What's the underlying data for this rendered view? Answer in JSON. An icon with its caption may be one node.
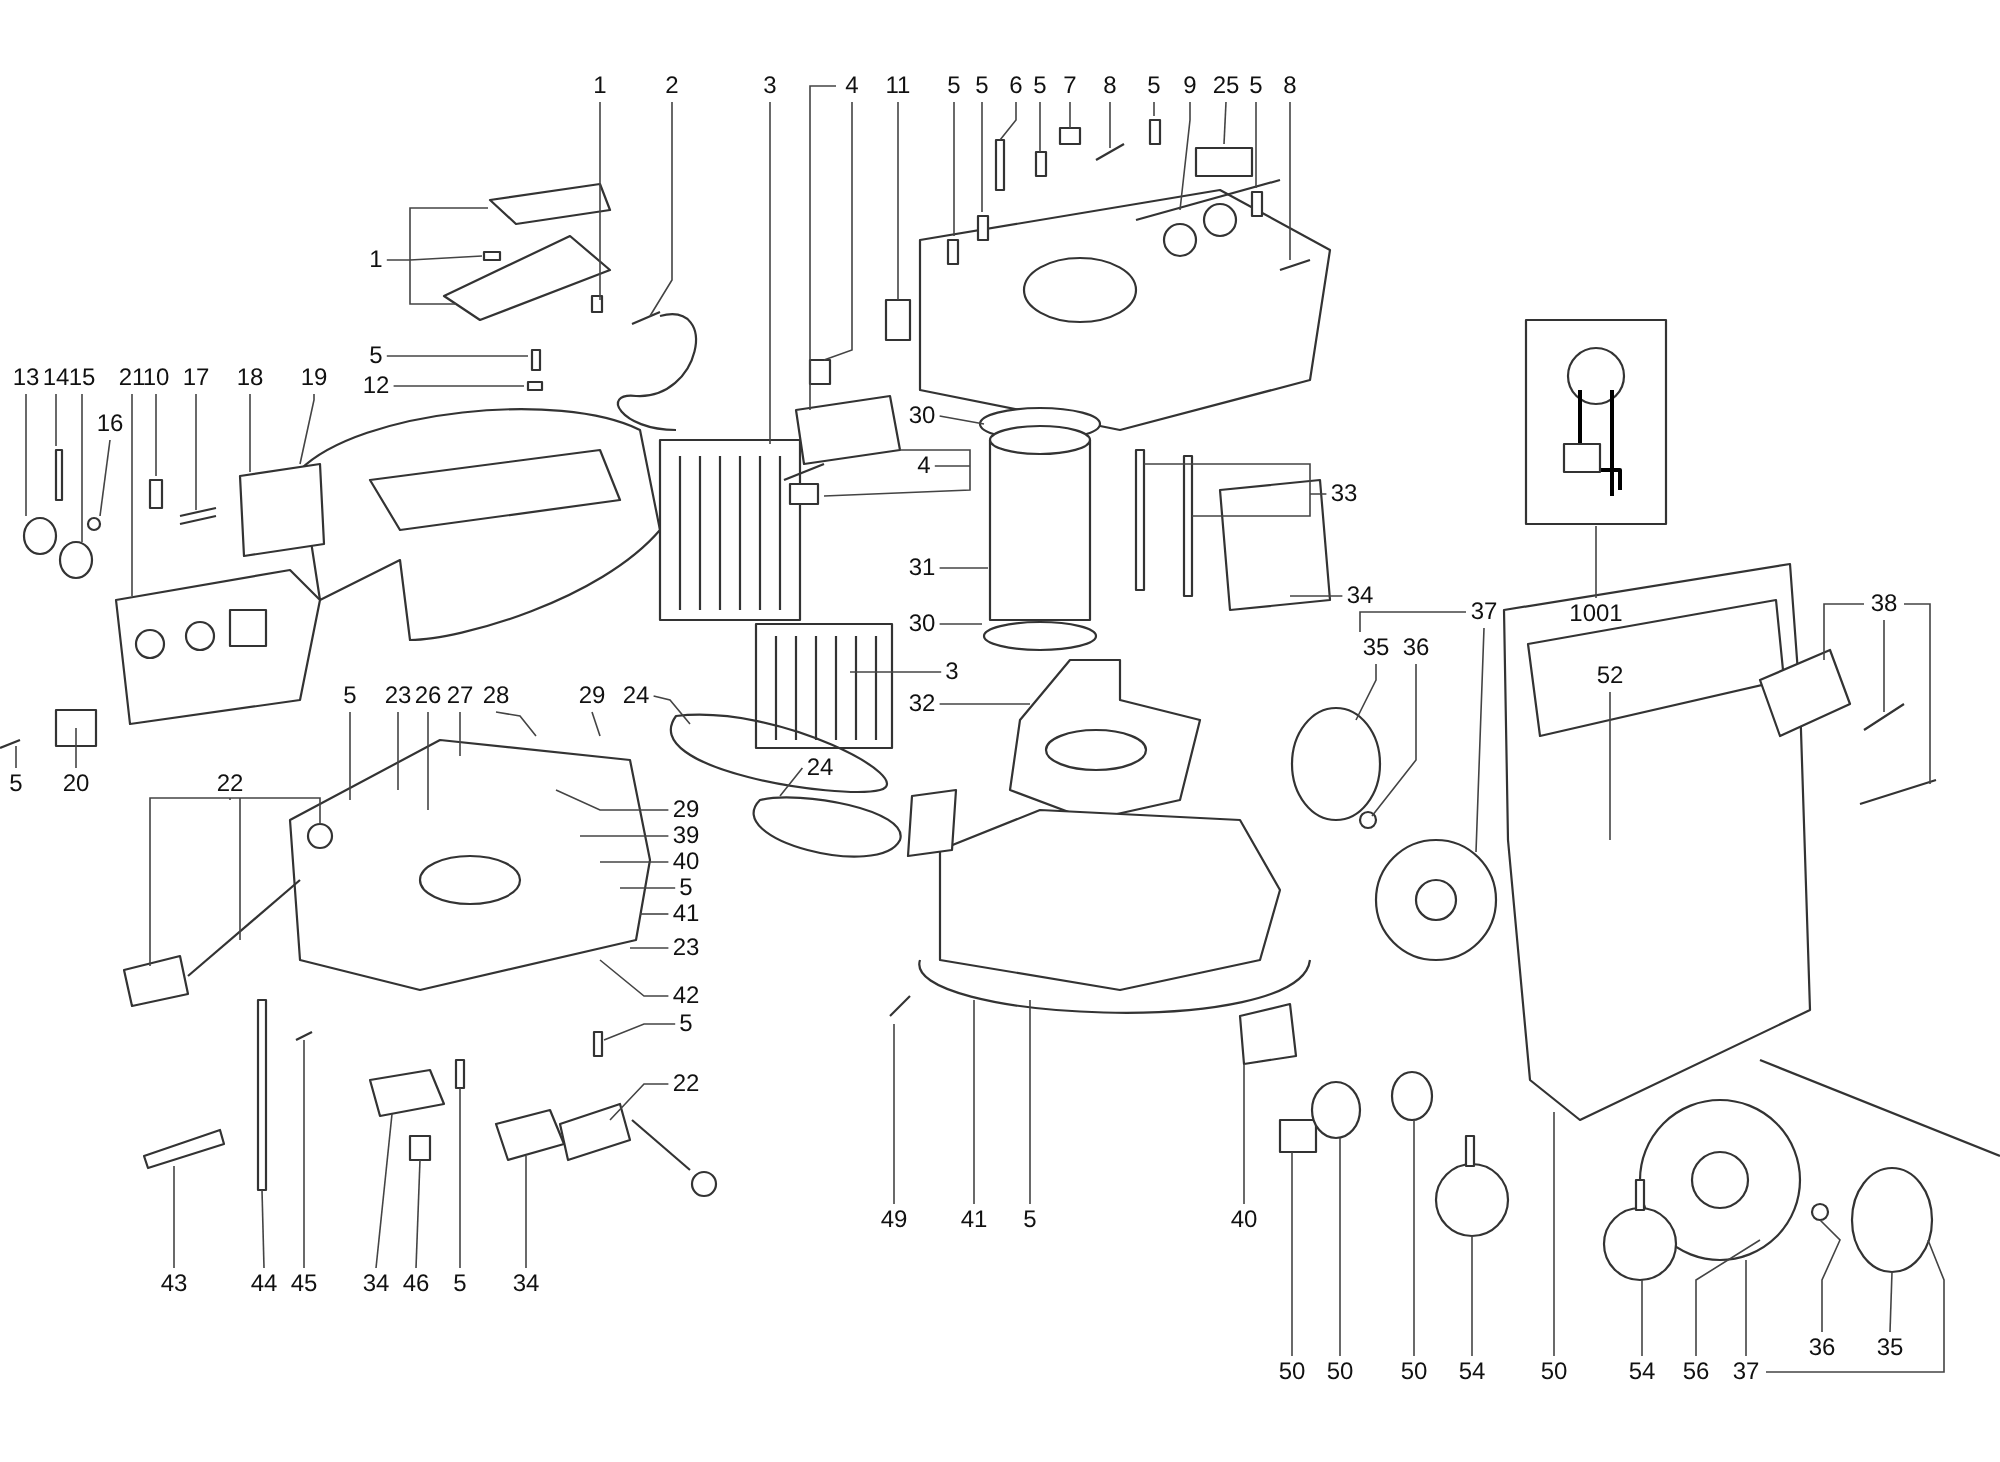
{
  "diagram": {
    "nodes": [
      {
        "text": [
          "1"
        ]
      },
      {
        "text": [
          "2"
        ]
      },
      {
        "text": [
          "3"
        ]
      },
      {
        "text": [
          "4"
        ]
      },
      {
        "text": [
          "11"
        ]
      },
      {
        "text": [
          "5"
        ]
      },
      {
        "text": [
          "5"
        ]
      },
      {
        "text": [
          "6"
        ]
      },
      {
        "text": [
          "5"
        ]
      },
      {
        "text": [
          "7"
        ]
      },
      {
        "text": [
          "8"
        ]
      },
      {
        "text": [
          "5"
        ]
      },
      {
        "text": [
          "9"
        ]
      },
      {
        "text": [
          "25"
        ]
      },
      {
        "text": [
          "5"
        ]
      },
      {
        "text": [
          "8"
        ]
      },
      {
        "text": [
          "1"
        ]
      },
      {
        "text": [
          "5"
        ]
      },
      {
        "text": [
          "12"
        ]
      },
      {
        "text": [
          "13"
        ]
      },
      {
        "text": [
          "14"
        ]
      },
      {
        "text": [
          "15"
        ]
      },
      {
        "text": [
          "21"
        ]
      },
      {
        "text": [
          "10"
        ]
      },
      {
        "text": [
          "17"
        ]
      },
      {
        "text": [
          "18"
        ]
      },
      {
        "text": [
          "19"
        ]
      },
      {
        "text": [
          "16"
        ]
      },
      {
        "text": [
          "30"
        ]
      },
      {
        "text": [
          "4"
        ]
      },
      {
        "text": [
          "33"
        ]
      },
      {
        "text": [
          "31"
        ]
      },
      {
        "text": [
          "34"
        ]
      },
      {
        "text": [
          "1001"
        ]
      },
      {
        "text": [
          "37"
        ]
      },
      {
        "text": [
          "38"
        ]
      },
      {
        "text": [
          "30"
        ]
      },
      {
        "text": [
          "35"
        ]
      },
      {
        "text": [
          "36"
        ]
      },
      {
        "text": [
          "52"
        ]
      },
      {
        "text": [
          "3"
        ]
      },
      {
        "text": [
          "5"
        ]
      },
      {
        "text": [
          "23"
        ]
      },
      {
        "text": [
          "26"
        ]
      },
      {
        "text": [
          "27"
        ]
      },
      {
        "text": [
          "28"
        ]
      },
      {
        "text": [
          "29"
        ]
      },
      {
        "text": [
          "24"
        ]
      },
      {
        "text": [
          "32"
        ]
      },
      {
        "text": [
          "24"
        ]
      },
      {
        "text": [
          "5"
        ]
      },
      {
        "text": [
          "20"
        ]
      },
      {
        "text": [
          "22"
        ]
      },
      {
        "text": [
          "29"
        ]
      },
      {
        "text": [
          "39"
        ]
      },
      {
        "text": [
          "40"
        ]
      },
      {
        "text": [
          "5"
        ]
      },
      {
        "text": [
          "41"
        ]
      },
      {
        "text": [
          "23"
        ]
      },
      {
        "text": [
          "42"
        ]
      },
      {
        "text": [
          "5"
        ]
      },
      {
        "text": [
          "22"
        ]
      },
      {
        "text": [
          "49"
        ]
      },
      {
        "text": [
          "41"
        ]
      },
      {
        "text": [
          "5"
        ]
      },
      {
        "text": [
          "40"
        ]
      },
      {
        "text": [
          "43"
        ]
      },
      {
        "text": [
          "44"
        ]
      },
      {
        "text": [
          "45"
        ]
      },
      {
        "text": [
          "34"
        ]
      },
      {
        "text": [
          "46"
        ]
      },
      {
        "text": [
          "5"
        ]
      },
      {
        "text": [
          "34"
        ]
      },
      {
        "text": [
          "36"
        ]
      },
      {
        "text": [
          "35"
        ]
      },
      {
        "text": [
          "50"
        ]
      },
      {
        "text": [
          "50"
        ]
      },
      {
        "text": [
          "50"
        ]
      },
      {
        "text": [
          "54"
        ]
      },
      {
        "text": [
          "50"
        ]
      },
      {
        "text": [
          "54"
        ]
      },
      {
        "text": [
          "56"
        ]
      },
      {
        "text": [
          "37"
        ]
      }
    ],
    "edges": [
      {
        "from": 0,
        "to": null,
        "arrow": "none"
      },
      {
        "from": 1,
        "to": null,
        "arrow": "none"
      },
      {
        "from": 2,
        "to": null,
        "arrow": "none"
      },
      {
        "from": 3,
        "to": null,
        "arrow": "none"
      },
      {
        "from": 4,
        "to": null,
        "arrow": "none"
      },
      {
        "from": 5,
        "to": null,
        "arrow": "none"
      },
      {
        "from": 6,
        "to": null,
        "arrow": "none"
      },
      {
        "from": 7,
        "to": null,
        "arrow": "none"
      },
      {
        "from": 8,
        "to": null,
        "arrow": "none"
      },
      {
        "from": 9,
        "to": null,
        "arrow": "none"
      },
      {
        "from": 10,
        "to": null,
        "arrow": "none"
      },
      {
        "from": 11,
        "to": null,
        "arrow": "none"
      },
      {
        "from": 12,
        "to": null,
        "arrow": "none"
      },
      {
        "from": 13,
        "to": null,
        "arrow": "none"
      },
      {
        "from": 14,
        "to": null,
        "arrow": "none"
      },
      {
        "from": 15,
        "to": null,
        "arrow": "none"
      },
      {
        "from": 16,
        "to": null,
        "arrow": "none"
      },
      {
        "from": 17,
        "to": null,
        "arrow": "none"
      },
      {
        "from": 18,
        "to": null,
        "arrow": "none"
      },
      {
        "from": 19,
        "to": null,
        "arrow": "none"
      },
      {
        "from": 20,
        "to": null,
        "arrow": "none"
      },
      {
        "from": 21,
        "to": null,
        "arrow": "none"
      },
      {
        "from": 22,
        "to": null,
        "arrow": "none"
      },
      {
        "from": 23,
        "to": null,
        "arrow": "none"
      },
      {
        "from": 24,
        "to": null,
        "arrow": "none"
      },
      {
        "from": 25,
        "to": null,
        "arrow": "none"
      },
      {
        "from": 26,
        "to": null,
        "arrow": "none"
      },
      {
        "from": 27,
        "to": null,
        "arrow": "none"
      },
      {
        "from": 28,
        "to": null,
        "arrow": "none"
      },
      {
        "from": 29,
        "to": null,
        "arrow": "none"
      },
      {
        "from": 30,
        "to": null,
        "arrow": "none"
      },
      {
        "from": 31,
        "to": null,
        "arrow": "none"
      },
      {
        "from": 32,
        "to": null,
        "arrow": "none"
      },
      {
        "from": 33,
        "to": null,
        "arrow": "none"
      },
      {
        "from": 34,
        "to": null,
        "arrow": "none"
      },
      {
        "from": 35,
        "to": null,
        "arrow": "none"
      },
      {
        "from": 36,
        "to": null,
        "arrow": "none"
      },
      {
        "from": 37,
        "to": null,
        "arrow": "none"
      },
      {
        "from": 38,
        "to": null,
        "arrow": "none"
      },
      {
        "from": 39,
        "to": null,
        "arrow": "none"
      },
      {
        "from": 40,
        "to": null,
        "arrow": "none"
      },
      {
        "from": 41,
        "to": null,
        "arrow": "none"
      },
      {
        "from": 42,
        "to": null,
        "arrow": "none"
      },
      {
        "from": 43,
        "to": null,
        "arrow": "none"
      },
      {
        "from": 44,
        "to": null,
        "arrow": "none"
      },
      {
        "from": 45,
        "to": null,
        "arrow": "none"
      },
      {
        "from": 46,
        "to": null,
        "arrow": "none"
      },
      {
        "from": 47,
        "to": null,
        "arrow": "none"
      },
      {
        "from": 48,
        "to": null,
        "arrow": "none"
      },
      {
        "from": 49,
        "to": null,
        "arrow": "none"
      },
      {
        "from": 50,
        "to": null,
        "arrow": "none"
      },
      {
        "from": 51,
        "to": null,
        "arrow": "none"
      },
      {
        "from": 52,
        "to": null,
        "arrow": "none"
      },
      {
        "from": 53,
        "to": null,
        "arrow": "none"
      },
      {
        "from": 54,
        "to": null,
        "arrow": "none"
      },
      {
        "from": 55,
        "to": null,
        "arrow": "none"
      },
      {
        "from": 56,
        "to": null,
        "arrow": "none"
      },
      {
        "from": 57,
        "to": null,
        "arrow": "none"
      },
      {
        "from": 58,
        "to": null,
        "arrow": "none"
      },
      {
        "from": 59,
        "to": null,
        "arrow": "none"
      },
      {
        "from": 60,
        "to": null,
        "arrow": "none"
      },
      {
        "from": 61,
        "to": null,
        "arrow": "none"
      },
      {
        "from": 62,
        "to": null,
        "arrow": "none"
      },
      {
        "from": 63,
        "to": null,
        "arrow": "none"
      },
      {
        "from": 64,
        "to": null,
        "arrow": "none"
      },
      {
        "from": 65,
        "to": null,
        "arrow": "none"
      },
      {
        "from": 66,
        "to": null,
        "arrow": "none"
      },
      {
        "from": 67,
        "to": null,
        "arrow": "none"
      },
      {
        "from": 68,
        "to": null,
        "arrow": "none"
      },
      {
        "from": 69,
        "to": null,
        "arrow": "none"
      },
      {
        "from": 70,
        "to": null,
        "arrow": "none"
      },
      {
        "from": 71,
        "to": null,
        "arrow": "none"
      },
      {
        "from": 72,
        "to": null,
        "arrow": "none"
      },
      {
        "from": 73,
        "to": null,
        "arrow": "none"
      },
      {
        "from": 74,
        "to": null,
        "arrow": "none"
      },
      {
        "from": 75,
        "to": null,
        "arrow": "none"
      },
      {
        "from": 76,
        "to": null,
        "arrow": "none"
      },
      {
        "from": 77,
        "to": null,
        "arrow": "none"
      },
      {
        "from": 78,
        "to": null,
        "arrow": "none"
      },
      {
        "from": 79,
        "to": null,
        "arrow": "none"
      },
      {
        "from": 80,
        "to": null,
        "arrow": "none"
      },
      {
        "from": 81,
        "to": null,
        "arrow": "none"
      },
      {
        "from": 82,
        "to": null,
        "arrow": "none"
      }
    ]
  }
}
